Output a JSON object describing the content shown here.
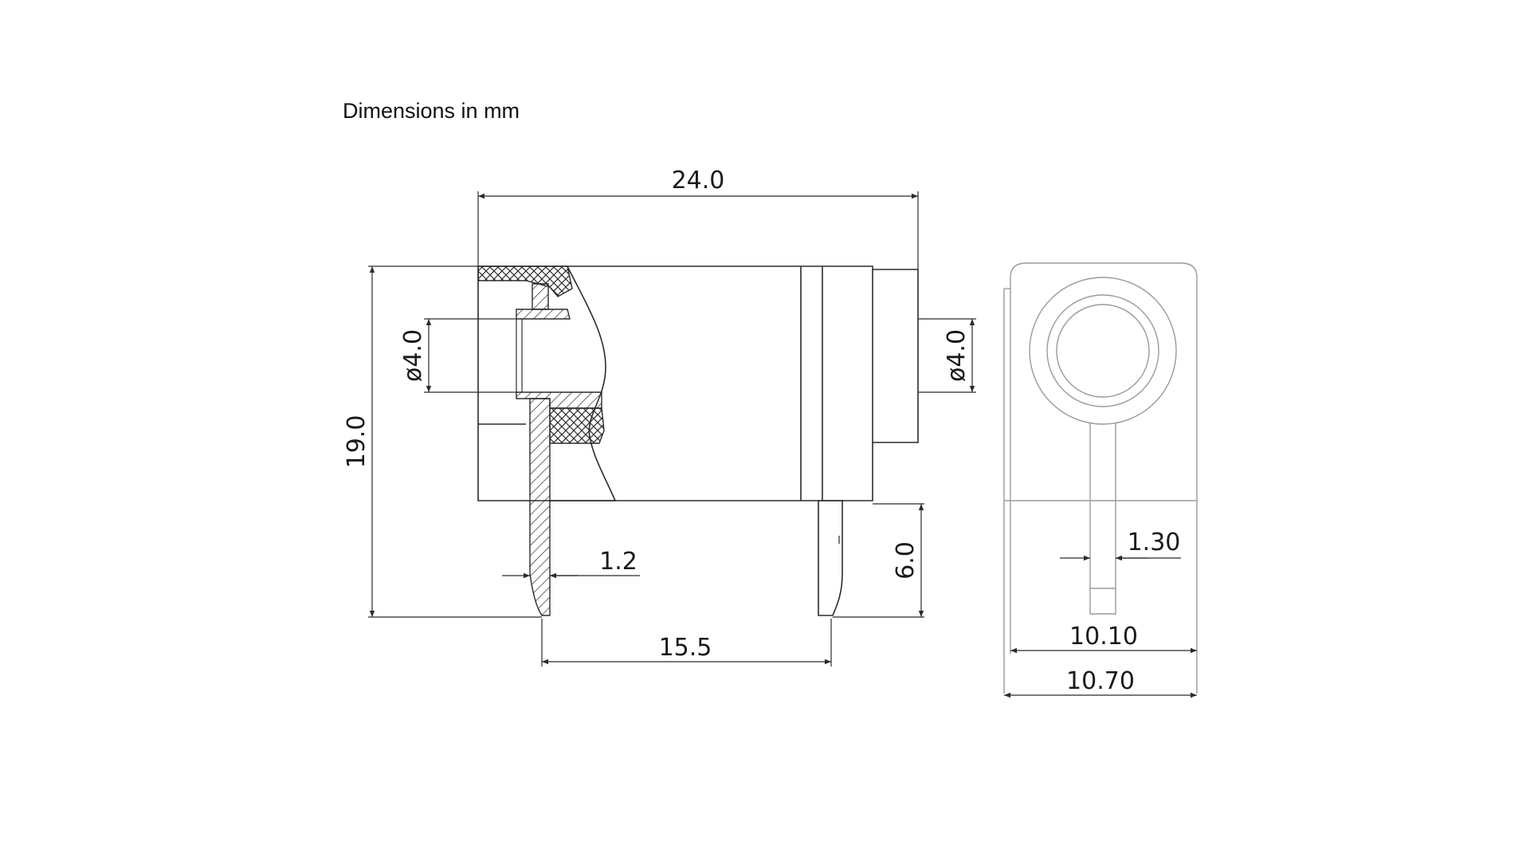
{
  "title": "Dimensions in mm",
  "dimensions": {
    "overall_length": "24.0",
    "height": "19.0",
    "bore_left": "ø4.0",
    "bore_right": "ø4.0",
    "pin_thickness": "1.2",
    "pin_spacing": "15.5",
    "pin_length": "6.0",
    "tab_width": "1.30",
    "body_width_inner": "10.10",
    "body_width_outer": "10.70"
  },
  "colors": {
    "line": "#2b2b2b",
    "background": "#ffffff"
  }
}
